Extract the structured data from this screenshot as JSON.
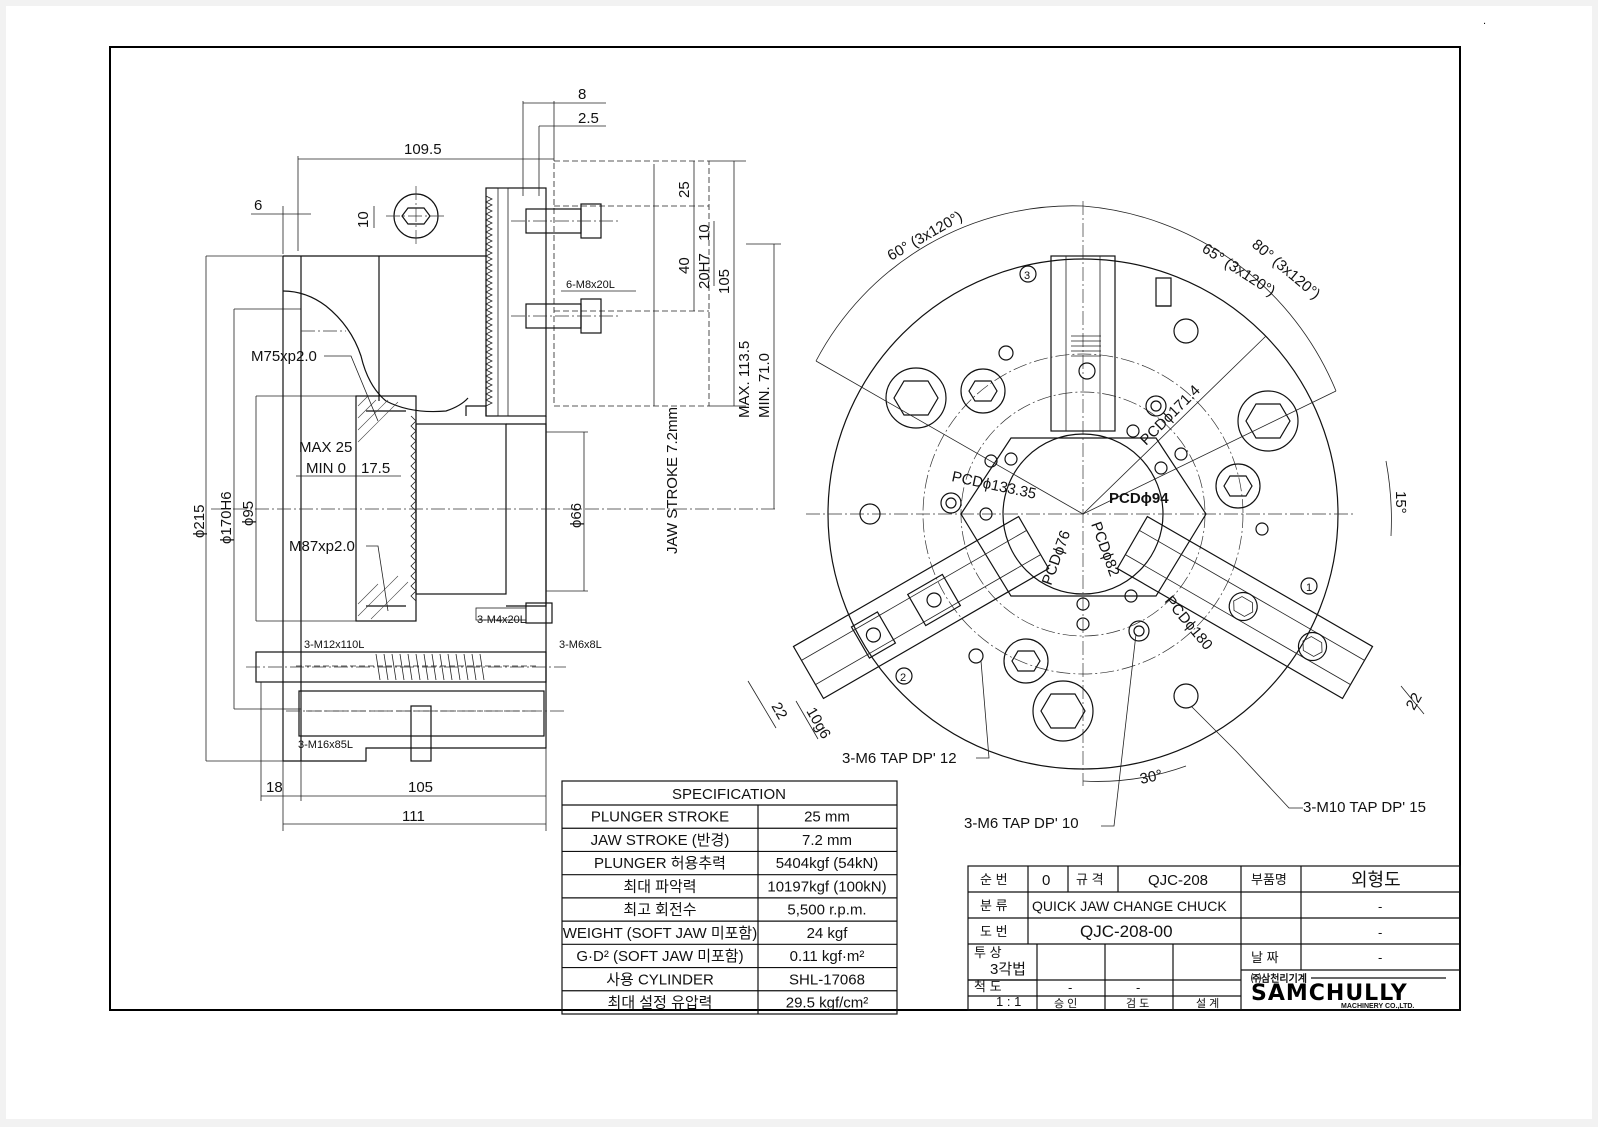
{
  "side_view": {
    "dimensions": {
      "d_8": "8",
      "d_2_5": "2.5",
      "d_109_5": "109.5",
      "d_6": "6",
      "d_10": "10",
      "d_25": "25",
      "d_40": "40",
      "d_20h7": "20H7",
      "d_10b": "10",
      "d_105v": "105",
      "d_max113": "MAX. 113.5",
      "d_min71": "MIN. 71.0",
      "jaw_stroke": "JAW STROKE 7.2mm",
      "d_215": "ϕ215",
      "d_170h6": "ϕ170H6",
      "d_95": "ϕ95",
      "d_66": "ϕ66",
      "max25": "MAX 25",
      "min0": "MIN 0",
      "d_17_5": "17.5",
      "d_18": "18",
      "d_105h": "105",
      "d_111": "111"
    },
    "callouts": {
      "m75": "M75xp2.0",
      "m87": "M87xp2.0",
      "m8": "6-M8x20L",
      "m4": "3-M4x20L",
      "m6x8": "3-M6x8L",
      "m12": "3-M12x110L",
      "m16": "3-M16x85L"
    }
  },
  "front_view": {
    "angles": {
      "a60": "60° (3x120°)",
      "a65": "65° (3x120°)",
      "a80": "80° (3x120°)",
      "a15": "15°",
      "a30": "30°"
    },
    "pcd": {
      "p171": "PCDϕ171.4",
      "p133": "PCDϕ133.35",
      "p94": "PCDϕ94",
      "p76": "PCDϕ76",
      "p82": "PCDϕ82",
      "p180": "PCDϕ180"
    },
    "jaw_dims": {
      "d22a": "22",
      "d10g6": "10g6",
      "d22b": "22"
    },
    "markers": {
      "m1": "1",
      "m2": "2",
      "m3": "3"
    },
    "taps": {
      "m6_12": "3-M6 TAP DP' 12",
      "m6_10": "3-M6 TAP DP' 10",
      "m10_15": "3-M10 TAP DP' 15"
    }
  },
  "specification": {
    "title": "SPECIFICATION",
    "rows": [
      {
        "label": "PLUNGER STROKE",
        "value": "25  mm"
      },
      {
        "label": "JAW STROKE (반경)",
        "value": "7.2  mm"
      },
      {
        "label": "PLUNGER 허용추력",
        "value": "5404kgf (54kN)"
      },
      {
        "label": "최대 파악력",
        "value": "10197kgf (100kN)"
      },
      {
        "label": "최고 회전수",
        "value": "5,500 r.p.m."
      },
      {
        "label": "WEIGHT (SOFT JAW 미포함)",
        "value": "24 kgf"
      },
      {
        "label": "G·D² (SOFT JAW 미포함)",
        "value": "0.11 kgf·m²"
      },
      {
        "label": "사용 CYLINDER",
        "value": "SHL-17068"
      },
      {
        "label": "최대 설정 유압력",
        "value": "29.5 kgf/cm²"
      }
    ]
  },
  "title_block": {
    "seq_label": "순 번",
    "seq_value": "0",
    "spec_label": "규 격",
    "spec_value": "QJC-208",
    "part_label": "부품명",
    "part_value": "외형도",
    "class_label": "분 류",
    "class_value": "QUICK JAW CHANGE CHUCK",
    "class_extra": "-",
    "drawing_label": "도 번",
    "drawing_value": "QJC-208-00",
    "drawing_extra": "-",
    "projection_label": "투 상",
    "projection_value": "3각법",
    "date_label": "날 짜",
    "date_value": "-",
    "scale_label": "척 도",
    "scale_value": "1 : 1",
    "dash1": "-",
    "dash2": "-",
    "approve": "승 인",
    "review": "검 도",
    "design": "설 계",
    "company_kr": "㈜삼천리기계",
    "company": "SAMCHULLY",
    "company_sub": "MACHINERY CO.,LTD."
  }
}
